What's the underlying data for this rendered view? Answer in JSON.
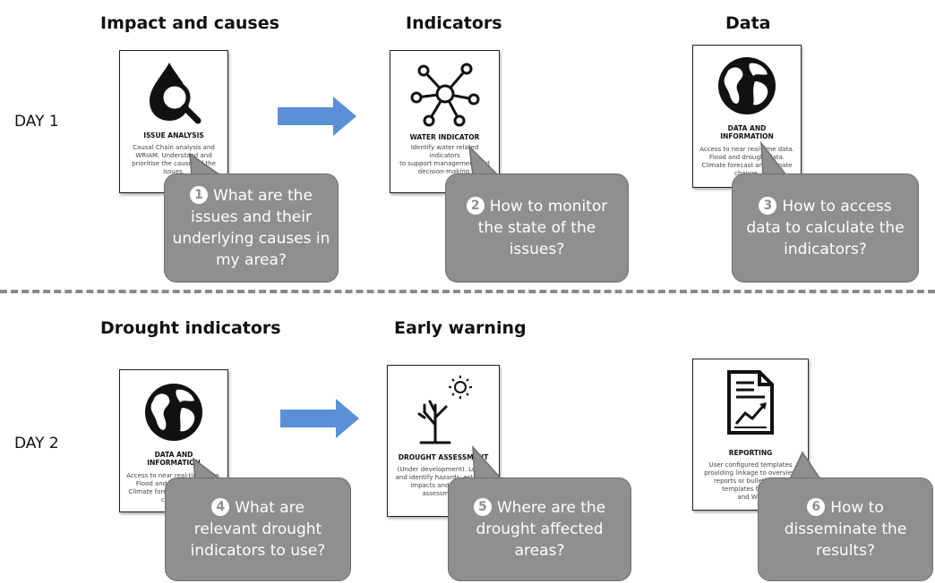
{
  "days": {
    "day1": "DAY 1",
    "day2": "DAY 2"
  },
  "row1": {
    "headings": [
      "Impact and causes",
      "Indicators",
      "Data"
    ],
    "cards": [
      {
        "icon": "water-drop-magnifier-icon",
        "title": "ISSUE ANALYSIS",
        "desc": "Causal Chain analysis and\nWRIAM. Understand and\nprioritise the causes of the\nissues."
      },
      {
        "icon": "network-nodes-icon",
        "title": "WATER INDICATOR",
        "desc": "Identify water related indicators\nto support management and\ndecision-making."
      },
      {
        "icon": "globe-icon",
        "title": "DATA AND\nINFORMATION",
        "desc": "Access to near real-time data.\nFlood and drought data.\nClimate forecast and climate\nchange."
      }
    ],
    "bubbles": [
      {
        "num": "1",
        "text": "What are the\nissues and their\nunderlying causes in\nmy area?"
      },
      {
        "num": "2",
        "text": "How to monitor\nthe state of the\nissues?"
      },
      {
        "num": "3",
        "text": "How to access\ndata to calculate the\nindicators?"
      }
    ]
  },
  "row2": {
    "headings": [
      "Drought indicators",
      "Early warning"
    ],
    "cards": [
      {
        "icon": "globe-icon",
        "title": "DATA AND\nINFORMATION",
        "desc": "Access to near real-time data.\nFlood and drought data.\nClimate forecast and climate\nchange."
      },
      {
        "icon": "dry-tree-sun-icon",
        "title": "DROUGHT ASSESSMENT",
        "desc": "(Under development). Locate\nand identify hazards, estimate\nimpacts and perform\nassessments."
      },
      {
        "icon": "report-document-icon",
        "title": "REPORTING",
        "desc": "User configured templates\nproviding linkage to overview\nreports or bulletins and\ntemplates for TDA\nand WR."
      }
    ],
    "bubbles": [
      {
        "num": "4",
        "text": "What are\nrelevant drought\nindicators to use?"
      },
      {
        "num": "5",
        "text": "Where are the\ndrought affected\nareas?"
      },
      {
        "num": "6",
        "text": "How to\ndisseminate the\nresults?"
      }
    ]
  },
  "colors": {
    "bubble": "#8f8f8f",
    "arrow": "#5b8fd6",
    "divider": "#8a8a8a"
  }
}
